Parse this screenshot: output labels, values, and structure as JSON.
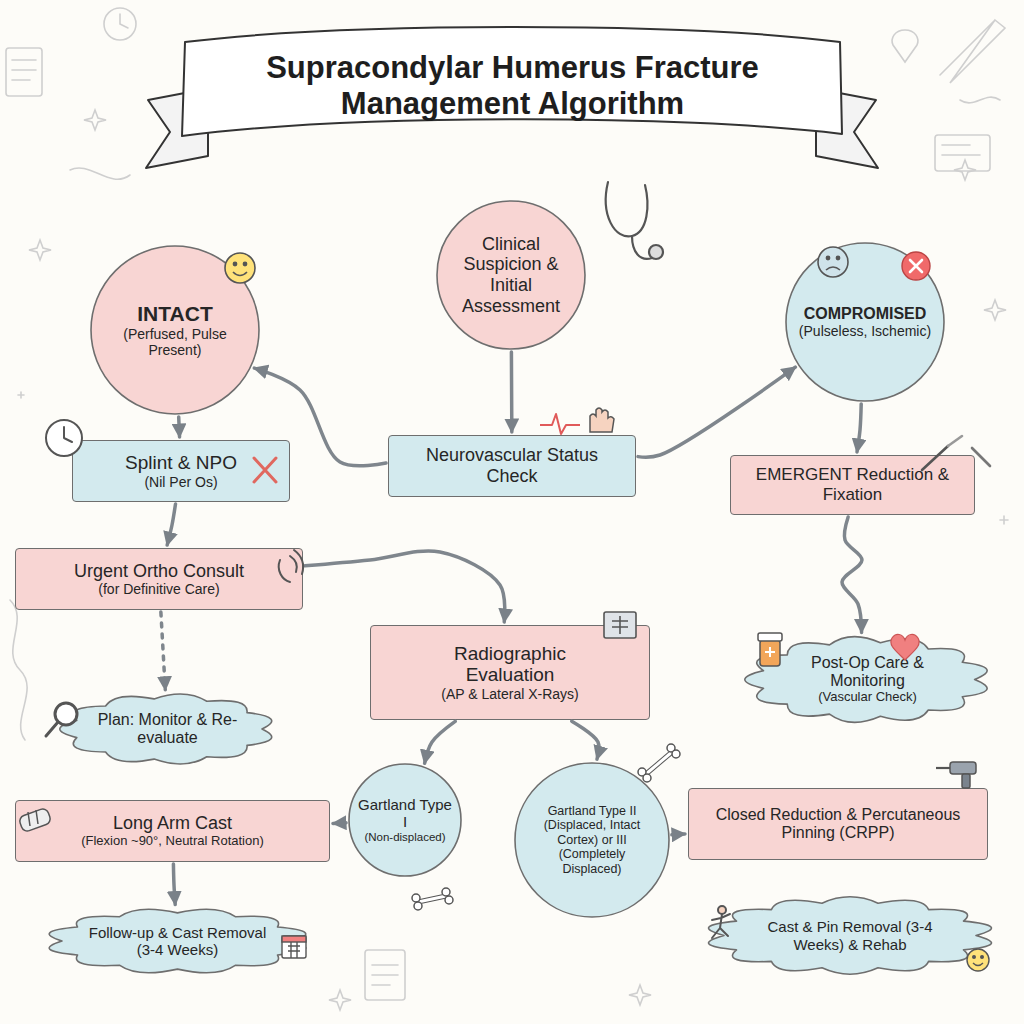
{
  "diagram": {
    "title": "Supracondylar Humerus Fracture Management Algorithm",
    "nodes": [
      {
        "text": [
          "Clinical Suspicion & Initial Assessment"
        ]
      },
      {
        "text": [
          "INTACT",
          "(Perfused, Pulse Present)"
        ]
      },
      {
        "text": [
          "COMPROMISED",
          "(Pulseless, Ischemic)"
        ]
      },
      {
        "text": [
          "Neurovascular Status Check"
        ]
      },
      {
        "text": [
          "Splint & NPO",
          "(Nil Per Os)"
        ]
      },
      {
        "text": [
          "EMERGENT Reduction & Fixation"
        ]
      },
      {
        "text": [
          "Urgent Ortho Consult",
          "(for Definitive Care)"
        ]
      },
      {
        "text": [
          "Radiographic Evaluation",
          "(AP & Lateral X-Rays)"
        ]
      },
      {
        "text": [
          "Post-Op Care & Monitoring",
          "(Vascular Check)"
        ]
      },
      {
        "text": [
          "Plan: Monitor & Re-evaluate"
        ]
      },
      {
        "text": [
          "Gartland Type I",
          "(Non-displaced)"
        ]
      },
      {
        "text": [
          "Gartland Type II (Displaced, Intact Cortex) or III (Completely Displaced)"
        ]
      },
      {
        "text": [
          "Long Arm Cast",
          "(Flexion ~90°, Neutral Rotation)"
        ]
      },
      {
        "text": [
          "Closed Reduction & Percutaneous Pinning (CRPP)"
        ]
      },
      {
        "text": [
          "Follow-up & Cast Removal (3-4 Weeks)"
        ]
      },
      {
        "text": [
          "Cast & Pin Removal (3-4 Weeks) & Rehab"
        ]
      }
    ],
    "edges": [
      {
        "from": 0,
        "to": 3,
        "arrow": "to"
      },
      {
        "from": 3,
        "to": 1,
        "arrow": "to"
      },
      {
        "from": 3,
        "to": 2,
        "arrow": "to"
      },
      {
        "from": 1,
        "to": 4,
        "arrow": "to"
      },
      {
        "from": 4,
        "to": 6,
        "arrow": "to"
      },
      {
        "from": 6,
        "to": 7,
        "arrow": "to"
      },
      {
        "from": 6,
        "to": 9,
        "arrow": "to"
      },
      {
        "from": 2,
        "to": 5,
        "arrow": "to"
      },
      {
        "from": 5,
        "to": 8,
        "arrow": "to"
      },
      {
        "from": 7,
        "to": 10,
        "arrow": "to"
      },
      {
        "from": 7,
        "to": 11,
        "arrow": "to"
      },
      {
        "from": 10,
        "to": 12,
        "arrow": "to"
      },
      {
        "from": 11,
        "to": 13,
        "arrow": "to"
      },
      {
        "from": 12,
        "to": 14,
        "arrow": "to"
      }
    ]
  }
}
